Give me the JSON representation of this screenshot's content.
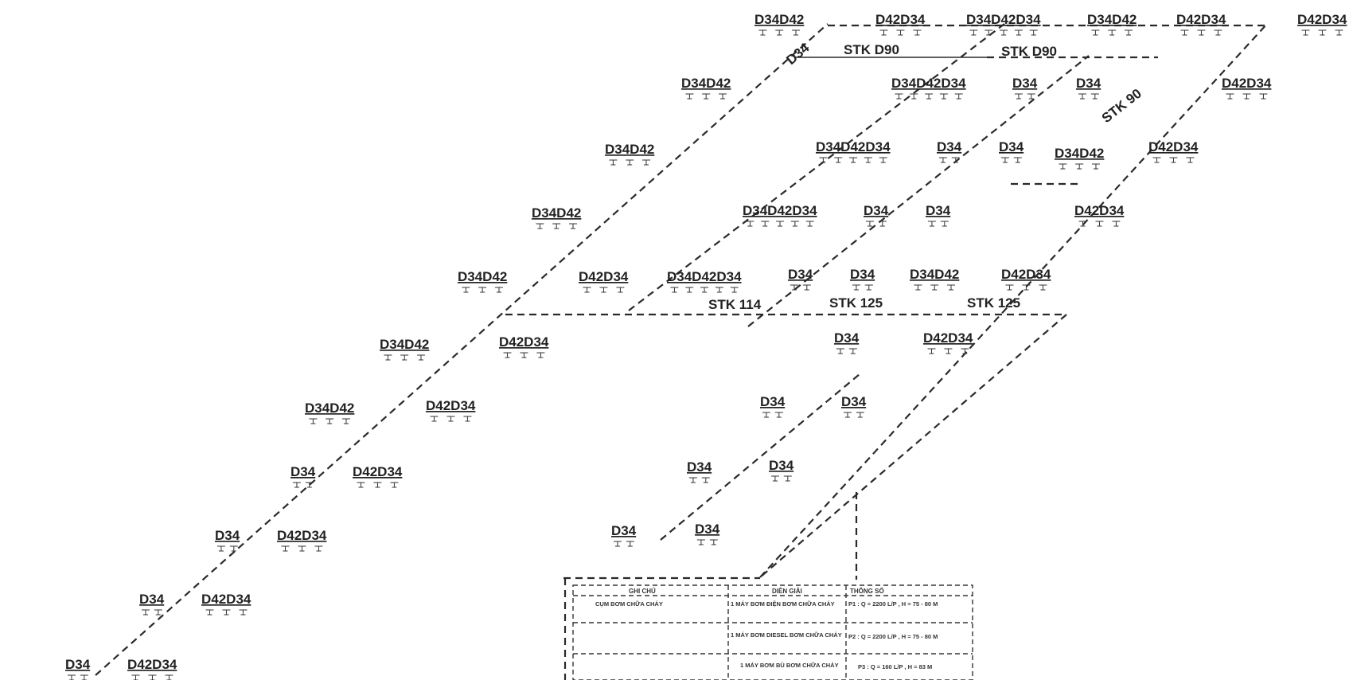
{
  "branches": [
    {
      "left": "D34D42",
      "right": "D42D34"
    },
    {
      "left": "D34D42",
      "right": ""
    },
    {
      "left": "D34D42",
      "right": ""
    },
    {
      "left": "D34D42",
      "right": ""
    },
    {
      "left": "D34D42",
      "right": "D42D34"
    },
    {
      "left": "D34D42",
      "right": "D42D34"
    },
    {
      "left": "D34D42",
      "right": "D42D34"
    },
    {
      "left": "D34",
      "right": "D42D34"
    },
    {
      "left": "D34",
      "right": "D42D34"
    },
    {
      "left": "D34",
      "right": "D42D34"
    },
    {
      "left": "D34",
      "right": "D42D34"
    }
  ],
  "rows": [
    {
      "a": "D34D42D34",
      "b": "D34",
      "c": "D34"
    },
    {
      "a": "D34D42D34",
      "b": "D34",
      "c": "D34"
    },
    {
      "a": "D34D42D34",
      "b": "D34",
      "c": "D34"
    },
    {
      "a": "D34D42D34",
      "b": "D34",
      "c": "D34"
    }
  ],
  "top_labels": [
    "D34D42D34",
    "D34D42",
    "D42D34",
    "D42D34",
    "D34"
  ],
  "right_labels": [
    "D42D34",
    "D34D42",
    "D42D34",
    "D42D34",
    "D34D42",
    "D42D34"
  ],
  "lower": [
    {
      "a": "D34",
      "b": "D42D34"
    },
    {
      "a": "D34",
      "b": "D34"
    },
    {
      "a": "D34",
      "b": "D34"
    },
    {
      "a": "D34",
      "b": "D34"
    }
  ],
  "pipe_sizes": {
    "stk_d90_a": "STK D90",
    "stk_d90_b": "STK D90",
    "stk_90": "STK 90",
    "stk_114": "STK 114",
    "stk_125_a": "STK 125",
    "stk_125_b": "STK 125"
  },
  "spec_table": {
    "headers": [
      "GHI CHÚ",
      "DIỄN GIẢI",
      "THÔNG SỐ"
    ],
    "rows": [
      {
        "note": "CỤM BƠM CHỮA CHÁY",
        "desc": "1 MÁY BƠM ĐIỆN BƠM CHỮA CHÁY",
        "spec": "P1 : Q = 2200 L/P , H = 75 - 80 M"
      },
      {
        "note": "",
        "desc": "1 MÁY BƠM DIESEL BƠM CHỮA CHÁY",
        "spec": "P2 : Q = 2200 L/P , H = 75 - 80 M"
      },
      {
        "note": "",
        "desc": "1 MÁY BƠM BÙ BƠM CHỮA CHÁY",
        "spec": "P3 : Q = 160 L/P , H = 83 M"
      }
    ]
  },
  "colors": {
    "ink": "#2a2a2a",
    "paper": "#ffffff"
  }
}
